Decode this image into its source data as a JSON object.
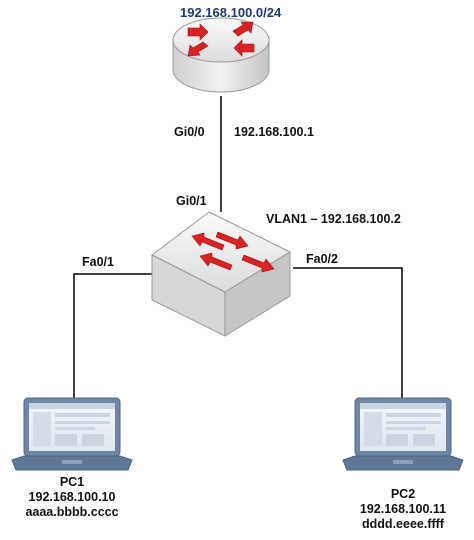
{
  "network": {
    "subnet": "192.168.100.0/24"
  },
  "router": {
    "icon": "router-icon",
    "interface": "Gi0/0",
    "ip": "192.168.100.1"
  },
  "switch": {
    "icon": "switch-icon",
    "uplink_interface": "Gi0/1",
    "vlan_label": "VLAN1 – 192.168.100.2",
    "left_port": "Fa0/1",
    "right_port": "Fa0/2"
  },
  "pc1": {
    "icon": "laptop-icon",
    "name": "PC1",
    "ip": "192.168.100.10",
    "mac": "aaaa.bbbb.cccc"
  },
  "pc2": {
    "icon": "laptop-icon",
    "name": "PC2",
    "ip": "192.168.100.11",
    "mac": "dddd.eeee.ffff"
  },
  "colors": {
    "arrow": "#d92323",
    "device_body": "#e4e4e4",
    "subnet_text": "#1f3a6e",
    "link": "#000000"
  }
}
